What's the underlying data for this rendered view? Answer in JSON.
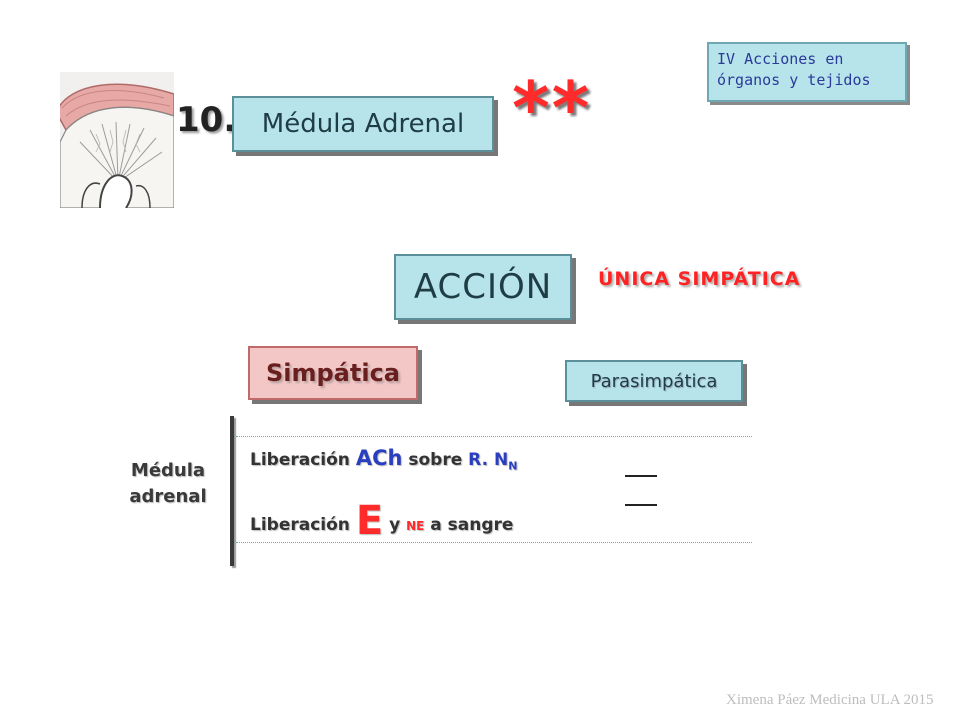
{
  "section": {
    "line1": "IV Acciones en",
    "line2": "órganos y tejidos"
  },
  "image": {
    "icon": "adrenal-gland-drawing"
  },
  "number": "10.",
  "title": "Médula Adrenal",
  "stars": "**",
  "action": {
    "label": "ACCIÓN",
    "note": "ÚNICA SIMPÁTICA"
  },
  "columns": {
    "sympathetic": "Simpática",
    "parasympathetic": "Parasimpática"
  },
  "row": {
    "label_line1": "Médula",
    "label_line2": "adrenal",
    "item1": {
      "prefix": "Liberación ",
      "emph": "ACh",
      "mid": " sobre ",
      "receptor": "R. N",
      "sub": "N"
    },
    "item2": {
      "prefix": "Liberación ",
      "emph": "E",
      "mid": " y ",
      "ne": "NE",
      "suffix": " a sangre"
    }
  },
  "footer": "Ximena Páez Medicina ULA 2015",
  "colors": {
    "teal_box": "#b7e4ea",
    "pink_box": "#f4c7c7",
    "red": "#ff2a2a",
    "blue": "#2a3fbf"
  }
}
